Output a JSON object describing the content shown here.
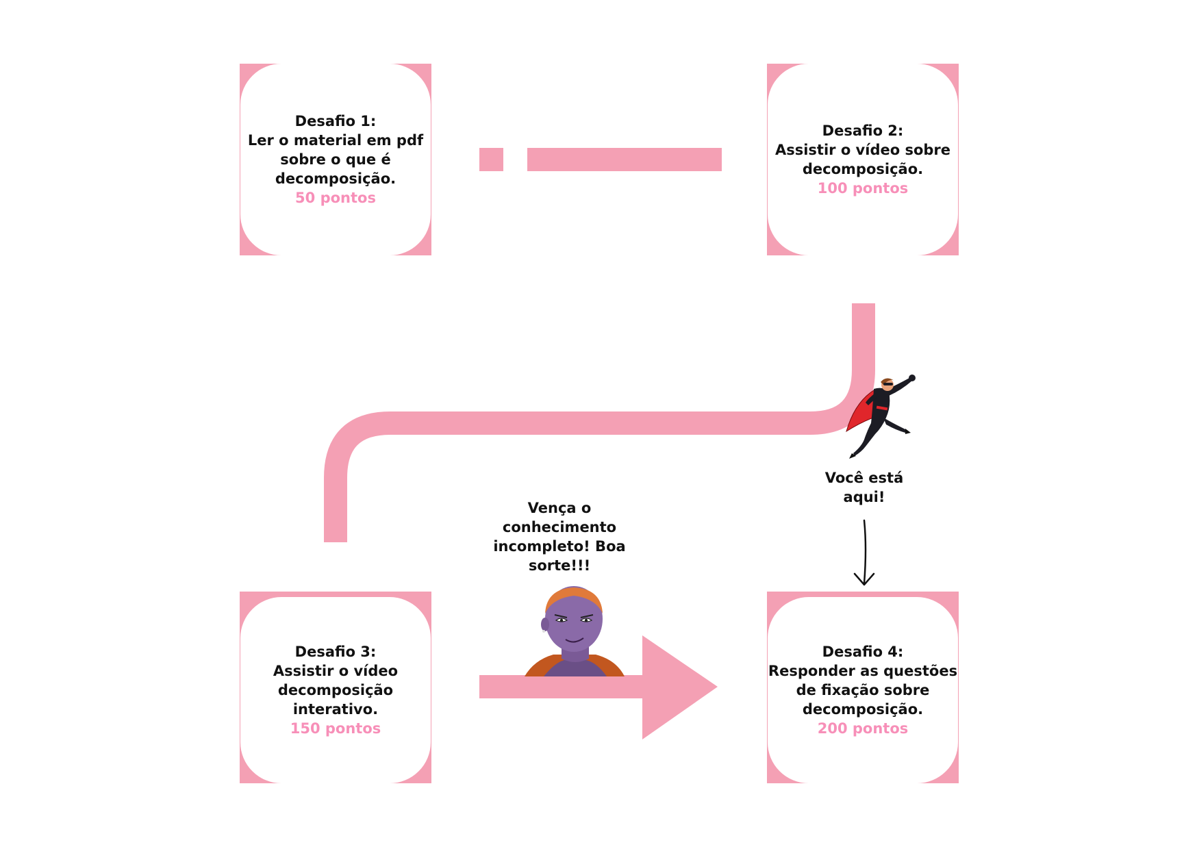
{
  "colors": {
    "path": "#f4a0b4",
    "points": "#f78fb8",
    "text": "#111111"
  },
  "challenges": [
    {
      "lines": [
        "Desafio 1:",
        "Ler o material em pdf",
        "sobre o que é",
        "decomposição."
      ],
      "points": "50 pontos"
    },
    {
      "lines": [
        "Desafio 2:",
        "Assistir o vídeo sobre",
        "decomposição."
      ],
      "points": "100 pontos"
    },
    {
      "lines": [
        "Desafio 3:",
        "Assistir o vídeo",
        "decomposição",
        "interativo."
      ],
      "points": "150 pontos"
    },
    {
      "lines": [
        "Desafio 4:",
        "Responder as questões",
        "de fixação sobre",
        "decomposição."
      ],
      "points": "200 pontos"
    }
  ],
  "you_are_here": [
    "Você está",
    "aqui!"
  ],
  "villain_speech": [
    "Vença o",
    "conhecimento",
    "incompleto! Boa",
    "sorte!!!"
  ],
  "icons": {
    "hero": "flying-superhero-icon",
    "villain": "villain-portrait-icon",
    "down_arrow": "down-arrow-icon",
    "big_arrow": "right-arrow-icon"
  }
}
